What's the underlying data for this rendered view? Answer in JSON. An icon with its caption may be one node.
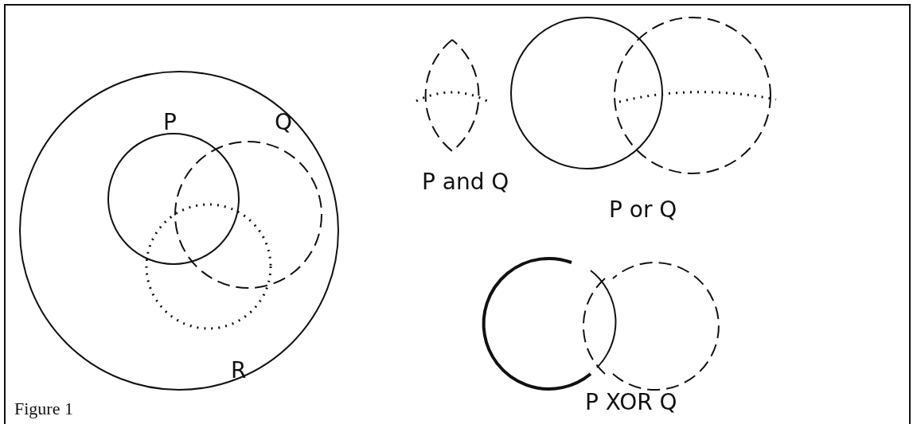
{
  "diagram": {
    "caption": "Figure 1",
    "labels": [
      "P",
      "Q",
      "R",
      "P and Q",
      "P or Q",
      "P XOR Q"
    ]
  }
}
